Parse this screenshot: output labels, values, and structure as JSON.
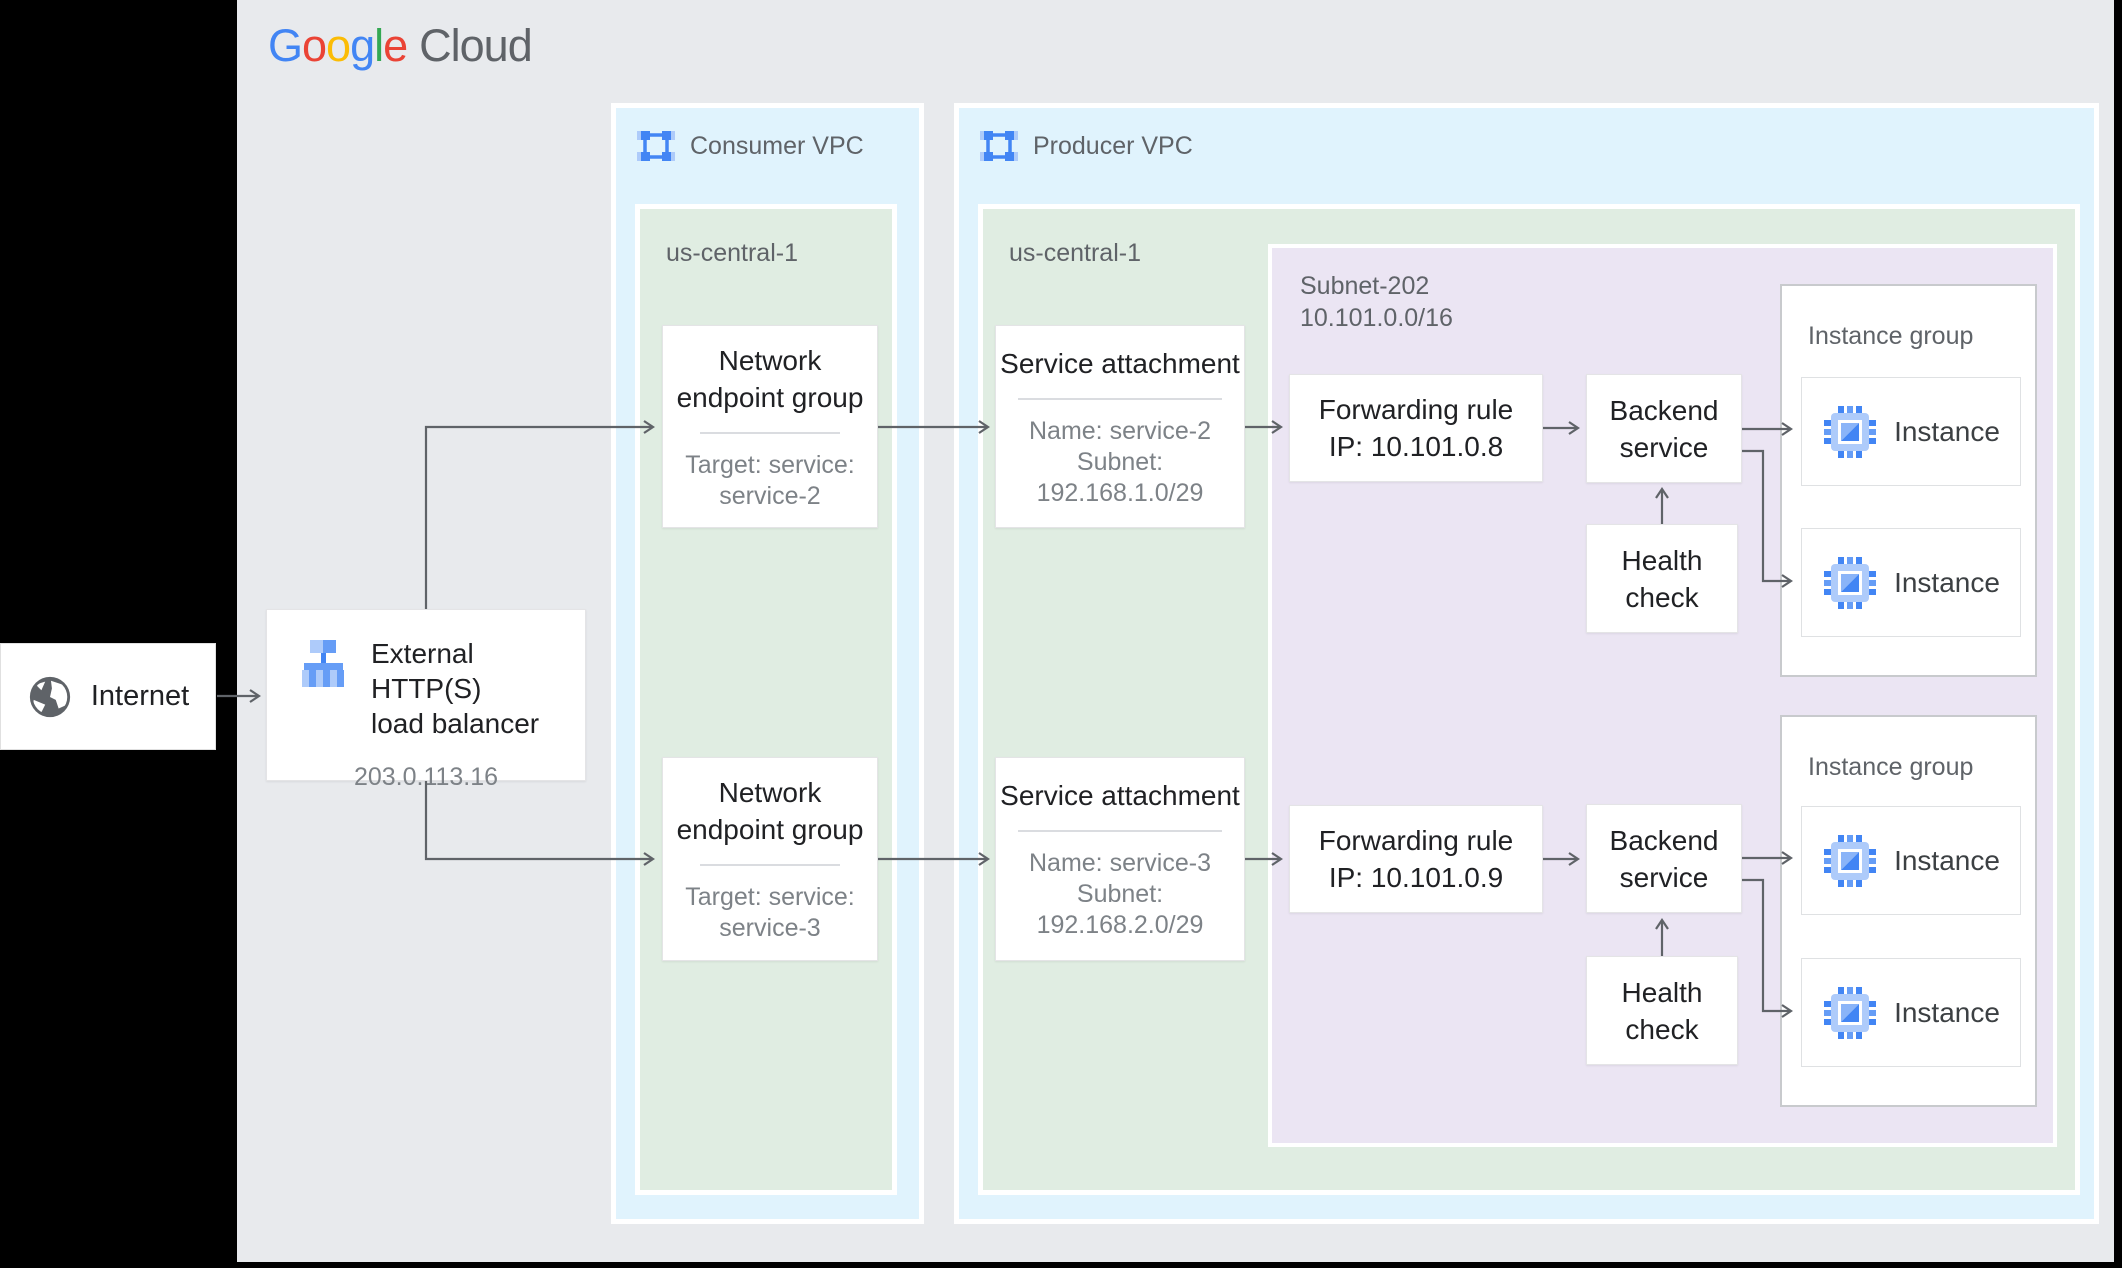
{
  "logo": {
    "letters": [
      {
        "t": "G",
        "c": "#4285F4"
      },
      {
        "t": "o",
        "c": "#EA4335"
      },
      {
        "t": "o",
        "c": "#FBBC05"
      },
      {
        "t": "g",
        "c": "#4285F4"
      },
      {
        "t": "l",
        "c": "#34A853"
      },
      {
        "t": "e",
        "c": "#EA4335"
      }
    ],
    "suffix": "Cloud"
  },
  "internet": {
    "label": "Internet"
  },
  "load_balancer": {
    "title_line1": "External HTTP(S)",
    "title_line2": "load balancer",
    "ip": "203.0.113.16"
  },
  "consumer_vpc": {
    "label": "Consumer VPC",
    "region": "us-central-1"
  },
  "producer_vpc": {
    "label": "Producer VPC",
    "region": "us-central-1",
    "subnet_name": "Subnet-202",
    "subnet_cidr": "10.101.0.0/16"
  },
  "flows": [
    {
      "neg_title": "Network endpoint group",
      "neg_target": "Target: service: service-2",
      "sa_title": "Service attachment",
      "sa_name": "Name: service-2",
      "sa_subnet_label": "Subnet:",
      "sa_subnet_cidr": "192.168.1.0/29",
      "fr_title": "Forwarding rule",
      "fr_ip": "IP: 10.101.0.8",
      "bs_title": "Backend service",
      "hc_title": "Health check",
      "ig_label": "Instance group",
      "instance_a": "Instance",
      "instance_b": "Instance"
    },
    {
      "neg_title": "Network endpoint group",
      "neg_target": "Target: service: service-3",
      "sa_title": "Service attachment",
      "sa_name": "Name: service-3",
      "sa_subnet_label": "Subnet:",
      "sa_subnet_cidr": "192.168.2.0/29",
      "fr_title": "Forwarding rule",
      "fr_ip": "IP: 10.101.0.9",
      "bs_title": "Backend service",
      "hc_title": "Health check",
      "ig_label": "Instance group",
      "instance_a": "Instance",
      "instance_b": "Instance"
    }
  ],
  "colors": {
    "panel_bg": "#e8eaed",
    "vpc_bg": "#e0f3fd",
    "region_bg": "#e0ede2",
    "subnet_bg": "#ebe5f3",
    "accent_blue": "#4285f4",
    "light_blue": "#aecbfa",
    "mid_blue": "#669df6",
    "arrow_gray": "#5f6368"
  }
}
